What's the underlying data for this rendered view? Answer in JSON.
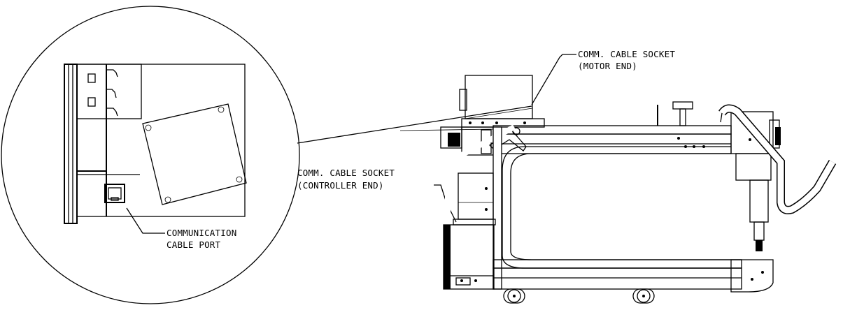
{
  "labels": {
    "motor_end_line1": "COMM. CABLE SOCKET",
    "motor_end_line2": "(MOTOR END)",
    "controller_end_line1": "COMM. CABLE SOCKET",
    "controller_end_line2": "(CONTROLLER END)",
    "port_line1": "COMMUNICATION",
    "port_line2": "CABLE PORT"
  }
}
